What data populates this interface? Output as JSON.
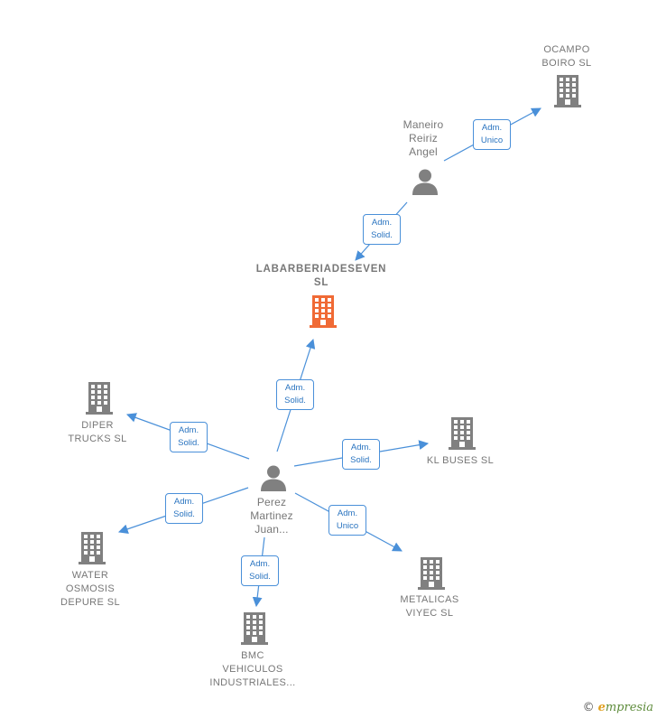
{
  "colors": {
    "edge": "#4a90d9",
    "node": "#808080",
    "main": "#f06a35"
  },
  "companies": [
    {
      "id": "main",
      "lines": [
        "LABARBERIADESEVEN",
        "SL"
      ],
      "main": true
    },
    {
      "id": "ocampo",
      "lines": [
        "OCAMPO",
        "BOIRO  SL"
      ]
    },
    {
      "id": "diper",
      "lines": [
        "DIPER",
        "TRUCKS  SL"
      ]
    },
    {
      "id": "kl",
      "lines": [
        "KL BUSES SL"
      ]
    },
    {
      "id": "water",
      "lines": [
        "WATER",
        "OSMOSIS",
        "DEPURE SL"
      ]
    },
    {
      "id": "metalicas",
      "lines": [
        "METALICAS",
        "VIYEC SL"
      ]
    },
    {
      "id": "bmc",
      "lines": [
        "BMC",
        "VEHICULOS",
        "INDUSTRIALES..."
      ]
    }
  ],
  "persons": [
    {
      "id": "maneiro",
      "lines": [
        "Maneiro",
        "Reiriz",
        "Angel"
      ]
    },
    {
      "id": "perez",
      "lines": [
        "Perez",
        "Martinez",
        "Juan..."
      ]
    }
  ],
  "edges": [
    {
      "from": "maneiro",
      "to": "ocampo",
      "lines": [
        "Adm.",
        "Unico"
      ]
    },
    {
      "from": "maneiro",
      "to": "main",
      "lines": [
        "Adm.",
        "Solid."
      ]
    },
    {
      "from": "perez",
      "to": "main",
      "lines": [
        "Adm.",
        "Solid."
      ]
    },
    {
      "from": "perez",
      "to": "diper",
      "lines": [
        "Adm.",
        "Solid."
      ]
    },
    {
      "from": "perez",
      "to": "kl",
      "lines": [
        "Adm.",
        "Solid."
      ]
    },
    {
      "from": "perez",
      "to": "water",
      "lines": [
        "Adm.",
        "Solid."
      ]
    },
    {
      "from": "perez",
      "to": "metalicas",
      "lines": [
        "Adm.",
        "Unico"
      ]
    },
    {
      "from": "perez",
      "to": "bmc",
      "lines": [
        "Adm.",
        "Solid."
      ]
    }
  ],
  "footer": {
    "copyright": "©",
    "brand_initial": "e",
    "brand_rest": "mpresia"
  }
}
